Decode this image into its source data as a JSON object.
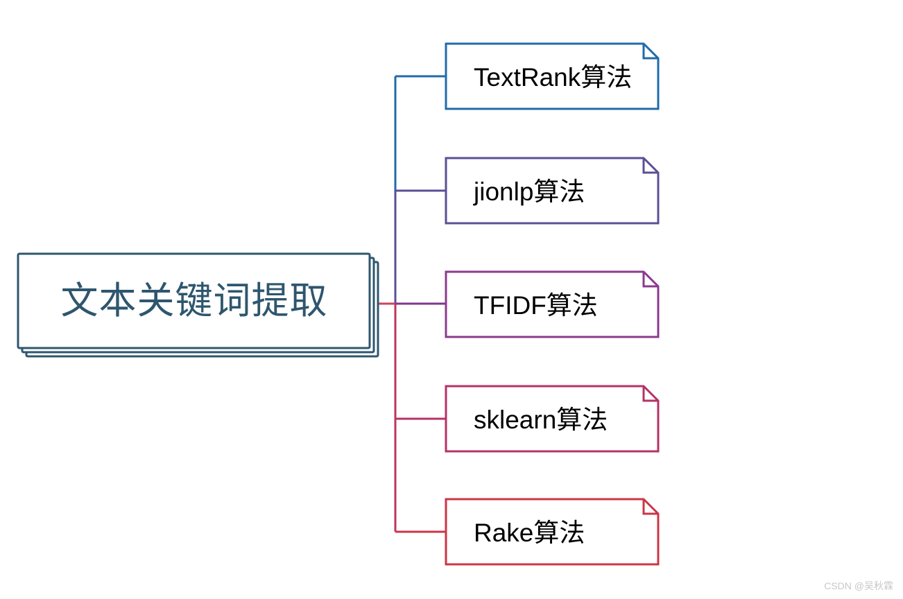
{
  "diagram": {
    "type": "mind-map",
    "title": "文本关键词提取",
    "orientation": "left-to-right",
    "background_color": "#ffffff",
    "root": {
      "label": "文本关键词提取",
      "shape": "stacked-rectangle",
      "border_color": "#2e566e",
      "text_color": "#2e566e",
      "fill_color": "#ffffff"
    },
    "branches": [
      {
        "label": "TextRank算法",
        "shape": "folded-corner-note",
        "border_color": "#1f6bab",
        "text_color": "#000000",
        "fill_color": "#ffffff"
      },
      {
        "label": "jionlp算法",
        "shape": "folded-corner-note",
        "border_color": "#5b4f96",
        "text_color": "#000000",
        "fill_color": "#ffffff"
      },
      {
        "label": "TFIDF算法",
        "shape": "folded-corner-note",
        "border_color": "#8b3a8e",
        "text_color": "#000000",
        "fill_color": "#ffffff"
      },
      {
        "label": "sklearn算法",
        "shape": "folded-corner-note",
        "border_color": "#b63266",
        "text_color": "#000000",
        "fill_color": "#ffffff"
      },
      {
        "label": "Rake算法",
        "shape": "folded-corner-note",
        "border_color": "#cc3646",
        "text_color": "#000000",
        "fill_color": "#ffffff"
      }
    ],
    "connector_colors": {
      "segment_1": "#1f6bab",
      "segment_2": "#5b4f96",
      "segment_3": "#8b3a8e",
      "segment_4": "#b63266",
      "segment_5": "#cc3646"
    }
  },
  "watermark": {
    "label": "CSDN @吴秋霖",
    "color": "#c8c8c8"
  }
}
